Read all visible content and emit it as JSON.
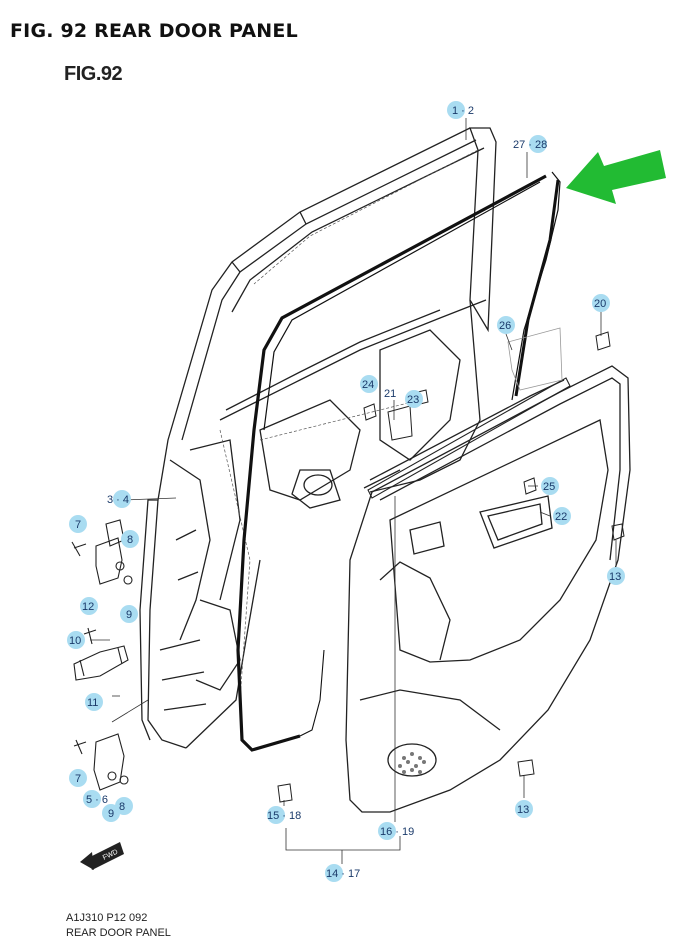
{
  "header": {
    "title": "FIG. 92 REAR DOOR PANEL",
    "fig": "FIG.92"
  },
  "footer": {
    "code": "A1J310 P12 092",
    "name": "REAR DOOR PANEL"
  },
  "colors": {
    "accent_arrow": "#22bb33",
    "callout_bubble": "#a9dcf1"
  },
  "fwd_label": "FWD",
  "callouts": [
    {
      "id": "c-1-2",
      "text": "1 · 2"
    },
    {
      "id": "c-27-28",
      "text": "27 · 28"
    },
    {
      "id": "c-20",
      "text": "20"
    },
    {
      "id": "c-26",
      "text": "26"
    },
    {
      "id": "c-24",
      "text": "24"
    },
    {
      "id": "c-21",
      "text": "21"
    },
    {
      "id": "c-23",
      "text": "23"
    },
    {
      "id": "c-25",
      "text": "25"
    },
    {
      "id": "c-22",
      "text": "22"
    },
    {
      "id": "c-13a",
      "text": "13"
    },
    {
      "id": "c-3-4",
      "text": "3 · 4"
    },
    {
      "id": "c-7a",
      "text": "7"
    },
    {
      "id": "c-8a",
      "text": "8"
    },
    {
      "id": "c-9a",
      "text": "9"
    },
    {
      "id": "c-12",
      "text": "12"
    },
    {
      "id": "c-10",
      "text": "10"
    },
    {
      "id": "c-11",
      "text": "11"
    },
    {
      "id": "c-7b",
      "text": "7"
    },
    {
      "id": "c-5-6",
      "text": "5 · 6"
    },
    {
      "id": "c-9b",
      "text": "9"
    },
    {
      "id": "c-8b",
      "text": "8"
    },
    {
      "id": "c-15-18",
      "text": "15 · 18"
    },
    {
      "id": "c-16-19",
      "text": "16 · 19"
    },
    {
      "id": "c-14-17",
      "text": "14 · 17"
    },
    {
      "id": "c-13b",
      "text": "13"
    }
  ]
}
